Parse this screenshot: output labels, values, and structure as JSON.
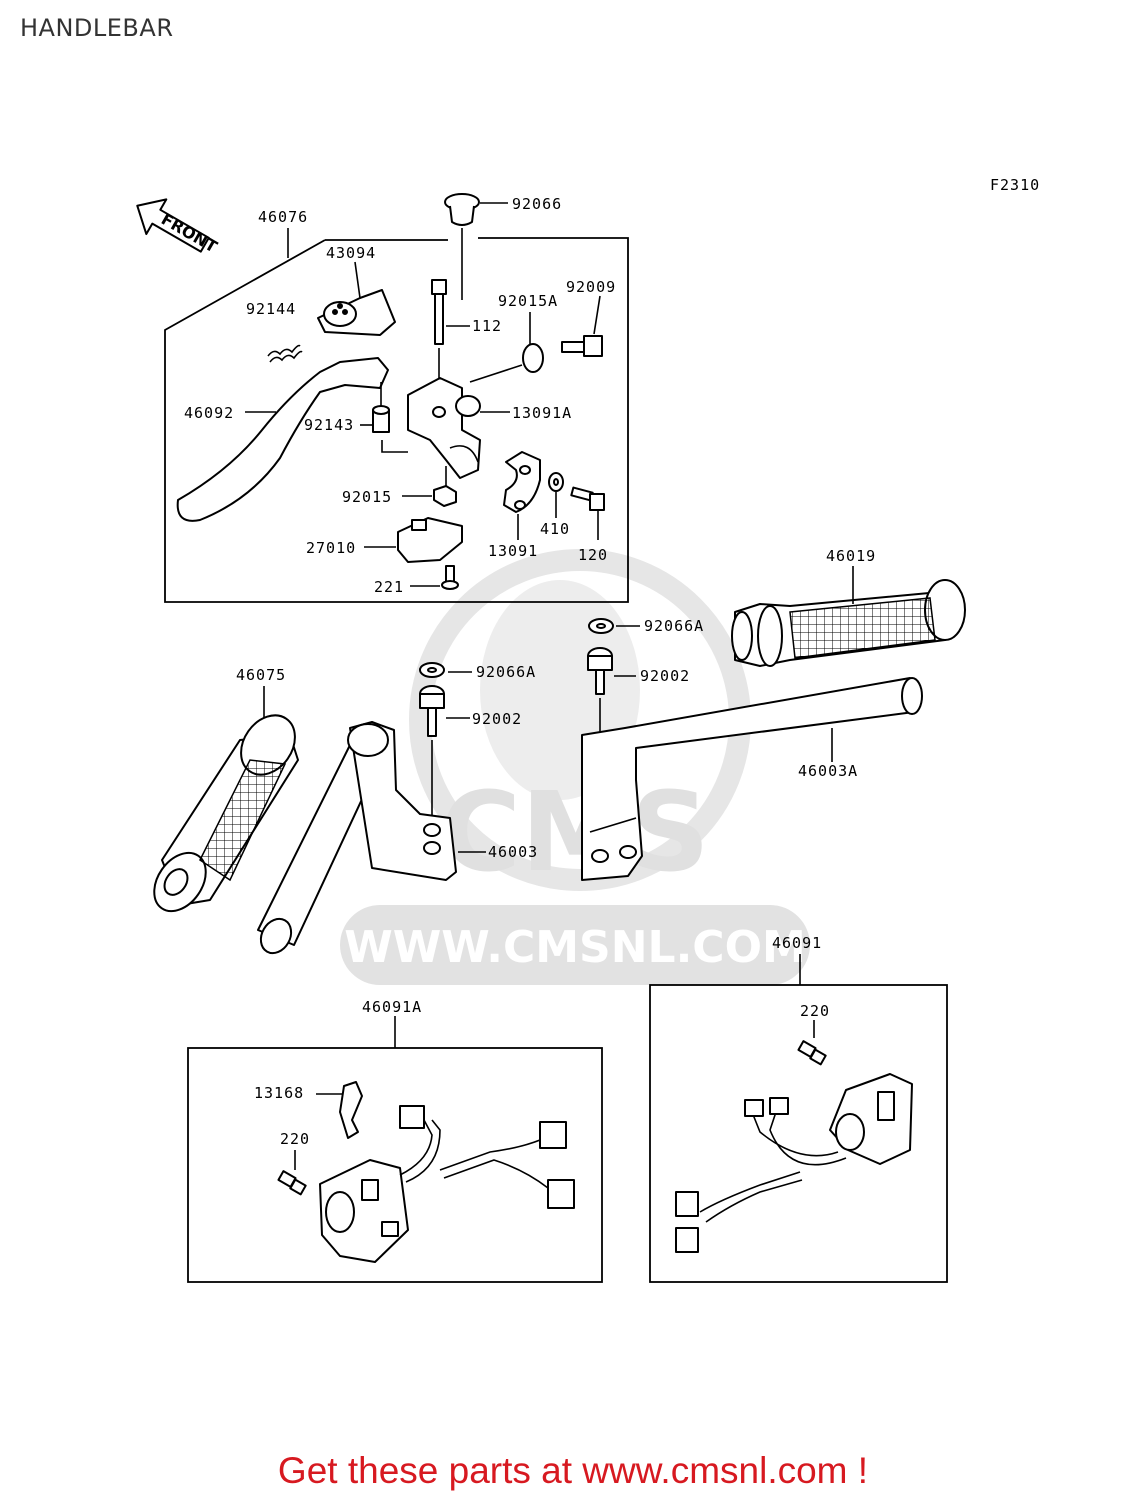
{
  "title": "HANDLEBAR",
  "figure_code": "F2310",
  "front_label": "FRONT",
  "watermark": {
    "brand": "CMS",
    "url": "WWW.CMSNL.COM"
  },
  "promo_text": "Get these parts at www.cmsnl.com !",
  "colors": {
    "promo": "#d71920",
    "watermark": "#e2e2e2",
    "line": "#000000"
  },
  "parts": {
    "p46076": "46076",
    "p43094": "43094",
    "p92066": "92066",
    "p92144": "92144",
    "p112": "112",
    "p92015A": "92015A",
    "p92009": "92009",
    "p46092": "46092",
    "p92143": "92143",
    "p13091A": "13091A",
    "p92015": "92015",
    "p410": "410",
    "p13091": "13091",
    "p120": "120",
    "p27010": "27010",
    "p221": "221",
    "p46019": "46019",
    "p92066A_r": "92066A",
    "p92002_r": "92002",
    "p46075": "46075",
    "p92066A_l": "92066A",
    "p92002_l": "92002",
    "p46003A": "46003A",
    "p46003": "46003",
    "p46091": "46091",
    "p46091A": "46091A",
    "p220_r": "220",
    "p13168": "13168",
    "p220_l": "220"
  }
}
